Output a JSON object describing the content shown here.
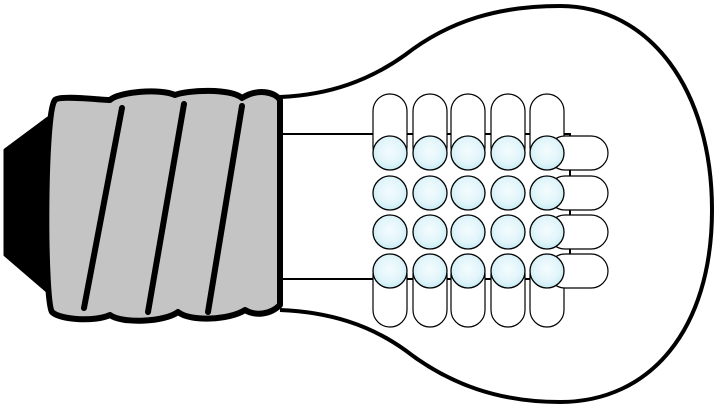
{
  "illustration": {
    "subject": "led-light-bulb",
    "led_grid": {
      "rows": 4,
      "columns": 5
    },
    "led_columns_above_grid": 5,
    "led_rows_right_of_grid": 4
  },
  "colors": {
    "background": "#ffffff",
    "outline": "#000000",
    "base_fill": "#c4c4c4",
    "contact_tip": "#000000",
    "led_glow": "#e8f7fb",
    "led_edge": "#bde6f1"
  }
}
